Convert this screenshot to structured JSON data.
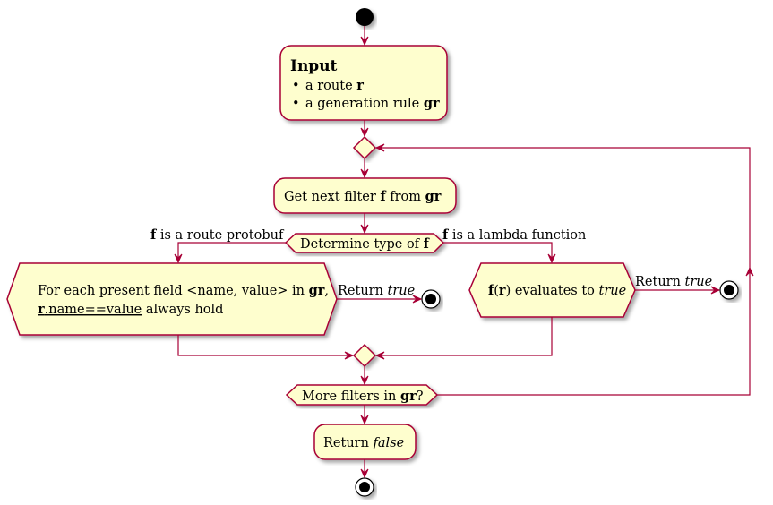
{
  "input_box": {
    "title": "Input",
    "item1_prefix": "a route ",
    "item1_bold": "r",
    "item2_prefix": "a generation rule ",
    "item2_bold": "gr"
  },
  "get_next": {
    "prefix": "Get next filter ",
    "bold1": "f",
    "middle": " from ",
    "bold2": "gr"
  },
  "determine": {
    "prefix": "Determine type of ",
    "bold": "f"
  },
  "branch_left": {
    "bold": "f",
    "text": " is a route protobuf"
  },
  "branch_right": {
    "bold": "f",
    "text": " is a lambda function"
  },
  "left_action": {
    "line1_prefix": "For each present field <name, value> in ",
    "line1_bold": "gr",
    "line1_suffix": ",",
    "line2_bold_underline": "r",
    "line2_underline": ".name==value",
    "line2_suffix": " always hold"
  },
  "right_action": {
    "bold1": "f",
    "paren_open": "(",
    "bold2": "r",
    "paren_close": ")",
    "middle": " evaluates to ",
    "italic": "true"
  },
  "return_true_left": {
    "prefix": "Return ",
    "italic": "true"
  },
  "return_true_right": {
    "prefix": "Return ",
    "italic": "true"
  },
  "more_filters": {
    "prefix": "More filters in ",
    "bold": "gr",
    "suffix": "?"
  },
  "return_false": {
    "prefix": "Return ",
    "italic": "false"
  },
  "colors": {
    "fill": "#FEFECE",
    "border": "#A80036",
    "node": "#000000"
  }
}
